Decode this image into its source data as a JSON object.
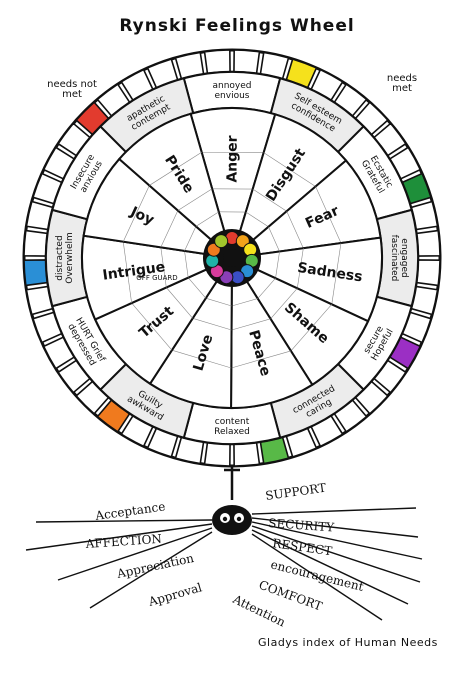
{
  "title": "Rynski Feelings Wheel",
  "note_left": "needs not met",
  "note_right": "needs met",
  "footer": "Gladys index of Human Needs",
  "core": [
    {
      "label": "Anger",
      "color": "#e23b2e"
    },
    {
      "label": "Disgust",
      "color": "#f2a21b"
    },
    {
      "label": "Fear",
      "color": "#f5e11c"
    },
    {
      "label": "Sadness",
      "color": "#58b947"
    },
    {
      "label": "Shame",
      "color": "#2a8fd6"
    },
    {
      "label": "Peace",
      "color": "#3a4fc6"
    },
    {
      "label": "Love",
      "color": "#8a3fb8"
    },
    {
      "label": "Trust",
      "color": "#d63c9c"
    },
    {
      "label": "Intrigue",
      "color": "#1fb3a8"
    },
    {
      "label": "Joy",
      "color": "#f07a1e"
    },
    {
      "label": "Pride",
      "color": "#a0c52c"
    }
  ],
  "outer": [
    {
      "label": "annoyed envious"
    },
    {
      "label": "Self esteem confidence"
    },
    {
      "label": "Ecstatic Grateful"
    },
    {
      "label": "engaged fascinated"
    },
    {
      "label": "secure Hopeful"
    },
    {
      "label": "connected caring"
    },
    {
      "label": "content Relaxed"
    },
    {
      "label": "Guilty awkward"
    },
    {
      "label": "HURT Grief depressed"
    },
    {
      "label": "distracted Overwhelm"
    },
    {
      "label": "Insecure anxious"
    },
    {
      "label": "apathetic contempt"
    }
  ],
  "off_guard": "OFF GUARD",
  "needs_left": [
    "Acceptance",
    "AFFECTION",
    "Appreciation",
    "Approval"
  ],
  "needs_right": [
    "SUPPORT",
    "SECURITY",
    "RESPECT",
    "encouragement",
    "COMFORT",
    "Attention"
  ]
}
